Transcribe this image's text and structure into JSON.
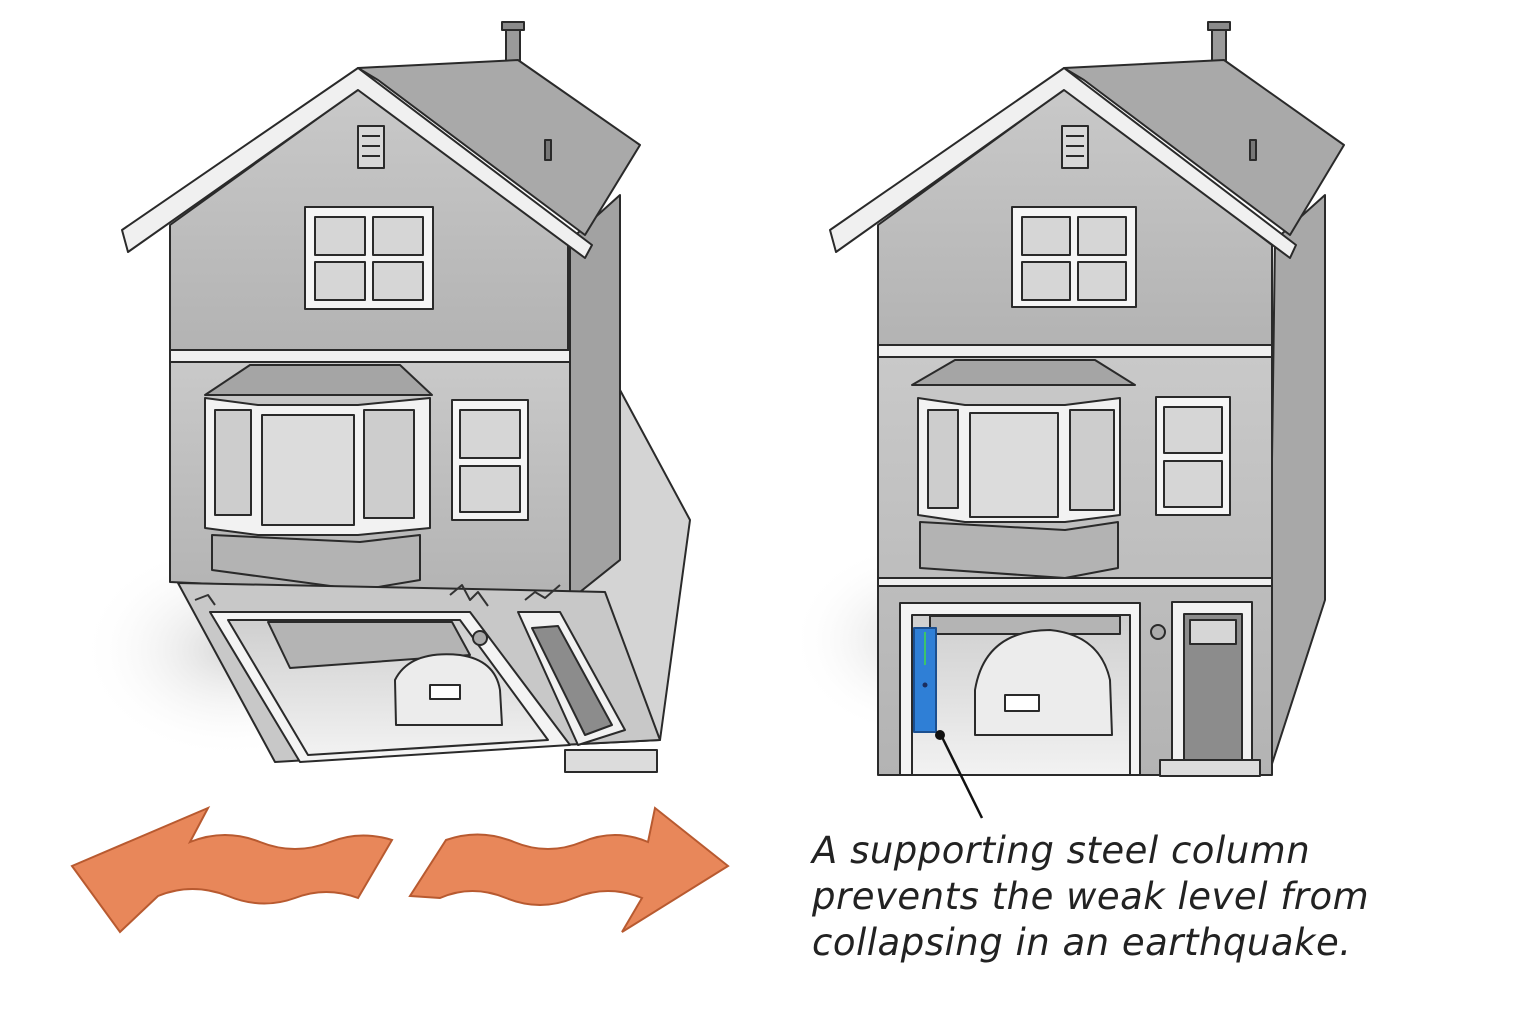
{
  "caption": {
    "lines": [
      "A supporting steel column",
      "prevents the weak level from",
      "collapsing in an earthquake."
    ]
  },
  "colors": {
    "arrow_fill": "#e8875a",
    "arrow_stroke": "#b85a30",
    "steel_column": "#2f7fd6",
    "wall": "#bdbdbd",
    "wall_side": "#9a9a9a",
    "roof": "#a8a8a8",
    "trim": "#f4f4f4",
    "outline": "#2a2a2a"
  },
  "icons": {
    "left_arrow": "shaking-arrow-left-icon",
    "right_arrow": "shaking-arrow-right-icon"
  }
}
